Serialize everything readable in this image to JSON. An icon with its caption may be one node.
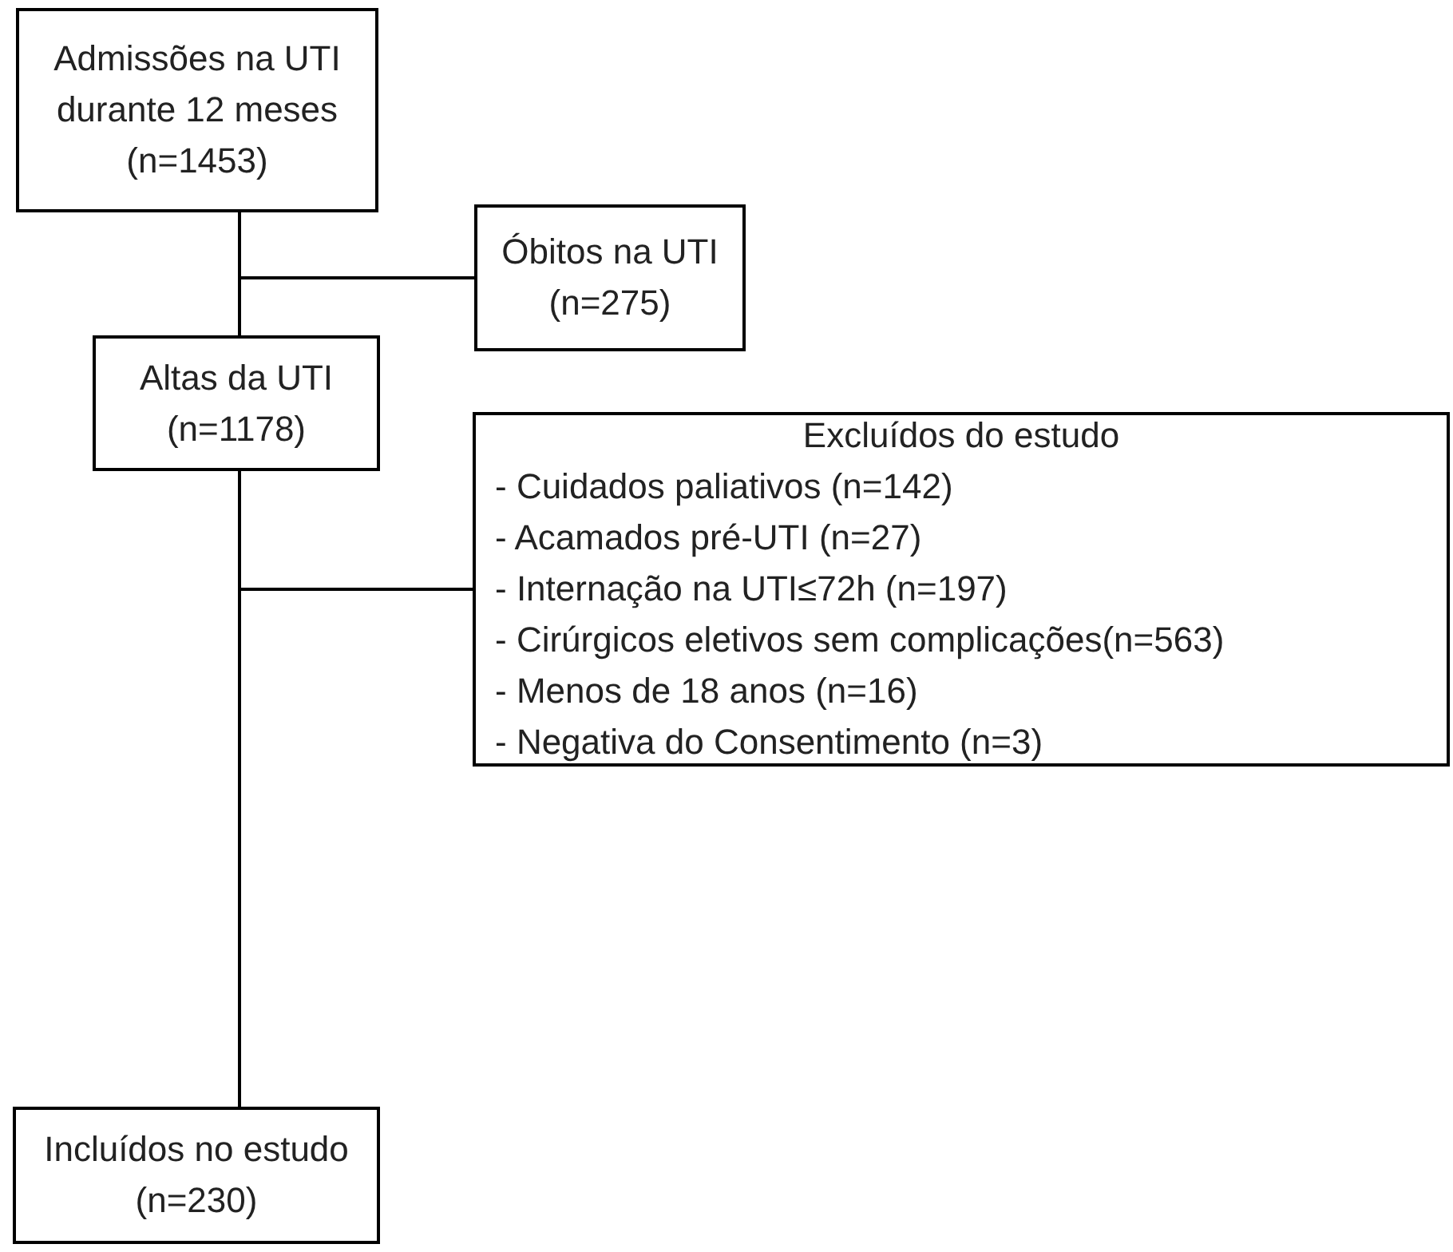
{
  "diagram": {
    "nodes": [
      {
        "text": [
          "Admissões na UTI durante 12 meses",
          "(n=1453)"
        ]
      },
      {
        "text": [
          "Óbitos na UTI",
          "(n=275)"
        ]
      },
      {
        "text": [
          "Altas da UTI",
          "(n=1178)"
        ]
      },
      {
        "text": [
          "Excluídos do estudo",
          "- Cuidados paliativos (n=142)",
          "- Acamados pré-UTI (n=27)",
          "- Internação na UTI≤72h (n=197)",
          "- Cirúrgicos eletivos sem complicações(n=563)",
          "- Menos de 18 anos (n=16)",
          "- Negativa do Consentimento (n=3)"
        ]
      },
      {
        "text": [
          "Incluídos no estudo",
          "(n=230)"
        ]
      }
    ],
    "edges": [
      {
        "from": 0,
        "to": 2,
        "arrow": "none"
      },
      {
        "from": 0,
        "to": 1,
        "arrow": "none"
      },
      {
        "from": 2,
        "to": 4,
        "arrow": "none"
      },
      {
        "from": 2,
        "to": 3,
        "arrow": "none"
      }
    ]
  }
}
